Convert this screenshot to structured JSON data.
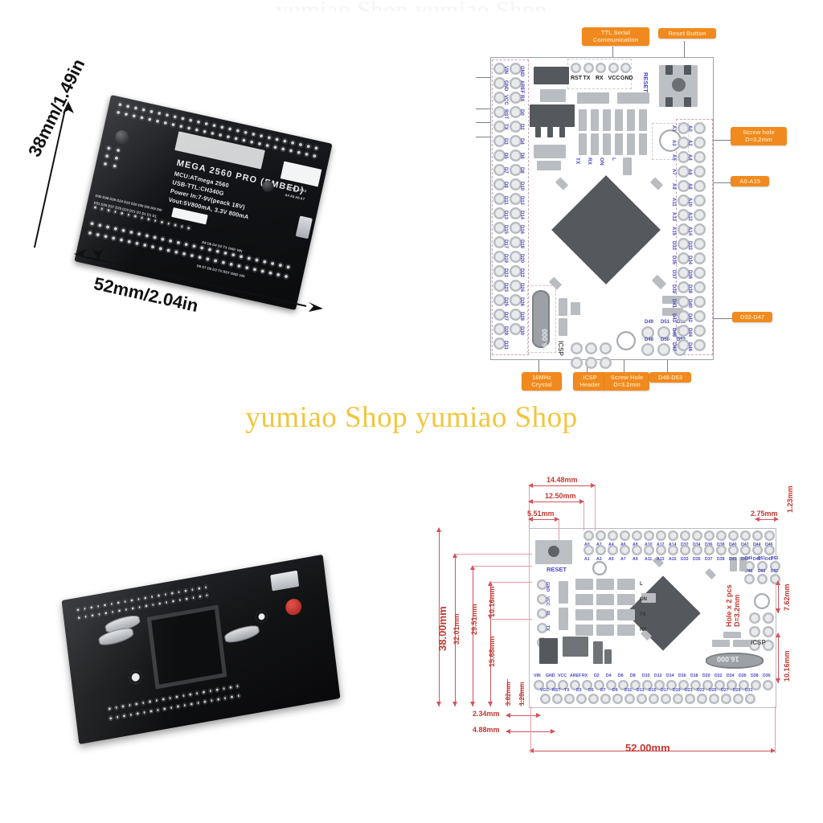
{
  "watermark": {
    "text": "yumiao Shop yumiao Shop",
    "top_text": "yumiao Shop yumiao Shop",
    "color": "#f2c63d"
  },
  "photo_top": {
    "name": "mega-2560-pro-board-angled-photo",
    "dimension_height": "38mm/1.49in",
    "dimension_width": "52mm/2.04in",
    "silkscreen": {
      "title": "MEGA 2560 PRO (EMBED)",
      "line1": "MCU:ATmega 2560",
      "line2": "USB-TTL:CH340G",
      "line3": "Power   In:7-9V(peack 18V)",
      "line4": "Vout:5V800mA, 3.3V  800mA"
    },
    "top_pin_labels": [
      "D4",
      "D+5V",
      "D2",
      "D0",
      "D1",
      "D10",
      "D8",
      "D6",
      "D30",
      "D28",
      "A15",
      "A13",
      "A11",
      "A9"
    ],
    "top_pin_labels2": [
      "D47",
      "D45",
      "D43",
      "D41",
      "D9",
      "D7",
      "D5",
      "D3",
      "D22",
      "A14",
      "A12",
      "A10",
      "A8"
    ],
    "left_pin_labels": [
      "D9",
      "D7",
      "D5",
      "D3",
      "D50",
      "D53"
    ],
    "bottom_pin_labels": [
      "D30",
      "D28",
      "D26",
      "D24",
      "D22",
      "D20",
      "D0",
      "D01",
      "D1",
      "D5",
      "D3",
      "D1",
      "D9",
      "D7",
      "D5",
      "D3",
      "D1",
      "D9",
      "D7",
      "D5",
      "D3",
      "D1",
      "D9",
      "D7",
      "D5",
      "D3",
      "TX",
      "RST",
      "GND",
      "VIN"
    ],
    "right_pin_labels": [
      "A0",
      "A1",
      "A2",
      "A3",
      "A4",
      "A5",
      "A6",
      "A7"
    ]
  },
  "diagram_top": {
    "name": "mega-2560-pro-pinout-diagram",
    "callouts": [
      {
        "id": "ttl-serial",
        "text": "TTL Serial\nCommunication"
      },
      {
        "id": "reset-button",
        "text": "Reset Button"
      },
      {
        "id": "screw-hole-right",
        "text": "Screw hole\nD=3.2mm"
      },
      {
        "id": "a0-a15",
        "text": "A0-A15"
      },
      {
        "id": "d32-d47",
        "text": "D32-D47"
      },
      {
        "id": "crystal",
        "text": "16MHz\nCrystal"
      },
      {
        "id": "icsp-header",
        "text": "ICSP\nHeader"
      },
      {
        "id": "screw-hole-bottom",
        "text": "Screw Hole\nD=3.2mm"
      },
      {
        "id": "d48-d53",
        "text": "D48-D53"
      }
    ],
    "serial_header_pins": [
      "RST",
      "TX",
      "RX",
      "VCC",
      "GND"
    ],
    "led_labels": [
      "TX",
      "RX",
      "ON",
      "L"
    ],
    "reset_label": "RESET",
    "icsp_label": "ICSP",
    "crystal_label": "16.000",
    "left_pins_outer": [
      "VIN",
      "GND",
      "VCC",
      "RST",
      "TX",
      "D3",
      "D5",
      "D7",
      "D9",
      "D11",
      "D13",
      "D15",
      "D17",
      "D19",
      "D21",
      "D23",
      "D25",
      "D27",
      "D29",
      "D31"
    ],
    "left_pins_inner": [
      "GND",
      "AREF",
      "RX",
      "D0",
      "D2",
      "D4",
      "D6",
      "D8",
      "D10",
      "D12",
      "D14",
      "D16",
      "D18",
      "D20",
      "D22",
      "D24",
      "D26",
      "D28",
      "D30"
    ],
    "right_pins_outer": [
      "A1",
      "A3",
      "A5",
      "A7",
      "A9",
      "A11",
      "A13",
      "A15",
      "D33",
      "D35",
      "D37",
      "D39",
      "D41",
      "D43",
      "D45",
      "D47"
    ],
    "right_pins_inner": [
      "A0",
      "A2",
      "A4",
      "A6",
      "A8",
      "A10",
      "A12",
      "A14",
      "D32",
      "D34",
      "D36",
      "D38",
      "D40",
      "D42",
      "D44",
      "D46"
    ],
    "d48_block_top": [
      "D49",
      "D51",
      "D53"
    ],
    "d48_block_bottom": [
      "D48",
      "D50",
      "D52"
    ]
  },
  "diagram_dims": {
    "name": "mega-2560-pro-dimension-drawing",
    "horizontal": [
      {
        "id": "dim-14-48",
        "value": "14.48mm"
      },
      {
        "id": "dim-12-50",
        "value": "12.50mm"
      },
      {
        "id": "dim-5-51",
        "value": "5.51mm"
      },
      {
        "id": "dim-2-75",
        "value": "2.75mm"
      },
      {
        "id": "dim-2-34",
        "value": "2.34mm"
      },
      {
        "id": "dim-4-88",
        "value": "4.88mm"
      },
      {
        "id": "dim-52-00",
        "value": "52.00mm"
      }
    ],
    "vertical": [
      {
        "id": "dim-38-00",
        "value": "38.00mm"
      },
      {
        "id": "dim-32-01",
        "value": "32.01mm"
      },
      {
        "id": "dim-29-51",
        "value": "29.51mm"
      },
      {
        "id": "dim-15-68",
        "value": "15.68mm"
      },
      {
        "id": "dim-10-16-left",
        "value": "10.16mm"
      },
      {
        "id": "dim-3-82",
        "value": "3.82mm"
      },
      {
        "id": "dim-1-28",
        "value": "1.28mm"
      },
      {
        "id": "dim-1-23",
        "value": "1.23mm"
      },
      {
        "id": "dim-7-62",
        "value": "7.62mm"
      },
      {
        "id": "dim-10-16-right",
        "value": "10.16mm"
      }
    ],
    "hole_note": "Hole x 2 pcs\nD=3.2mm",
    "reset_label": "RESET",
    "icsp_label": "ICSP",
    "crystal_label": "16.000",
    "led_labels": [
      "L",
      "ON",
      "TX",
      "RX"
    ],
    "left_header_pins": [
      "GND",
      "VCC",
      "RL",
      "TX",
      "RST"
    ],
    "top_pins_outer": [
      "A0",
      "A2",
      "A4",
      "A6",
      "A8",
      "A10",
      "A12",
      "A14",
      "D32",
      "D34",
      "D36",
      "D38",
      "D40",
      "D42",
      "D44",
      "D46"
    ],
    "top_pins_inner": [
      "A1",
      "A3",
      "A5",
      "A7",
      "A9",
      "A11",
      "A13",
      "A15",
      "D33",
      "D35",
      "D37",
      "D39",
      "D41",
      "D43",
      "D45",
      "D47"
    ],
    "bottom_pins_outer": [
      "VIN",
      "GND",
      "VCC",
      "AREF",
      "RX",
      "D2",
      "D4",
      "D6",
      "D8",
      "D10",
      "D12",
      "D14",
      "D16",
      "D18",
      "D20",
      "D22",
      "D24",
      "D26",
      "D28",
      "D30"
    ],
    "bottom_pins_inner": [
      "VCC",
      "RST",
      "TX",
      "D3",
      "D5",
      "D7",
      "D9",
      "D11",
      "D13",
      "D15",
      "D17",
      "D19",
      "D21",
      "D23",
      "D25",
      "D27",
      "D29",
      "D31"
    ],
    "right_block_top": [
      "D49",
      "D51",
      "D53"
    ],
    "right_block_bottom": [
      "D48",
      "D50",
      "D52"
    ]
  },
  "photo_bottom": {
    "name": "mega-2560-pro-board-top-photo"
  }
}
